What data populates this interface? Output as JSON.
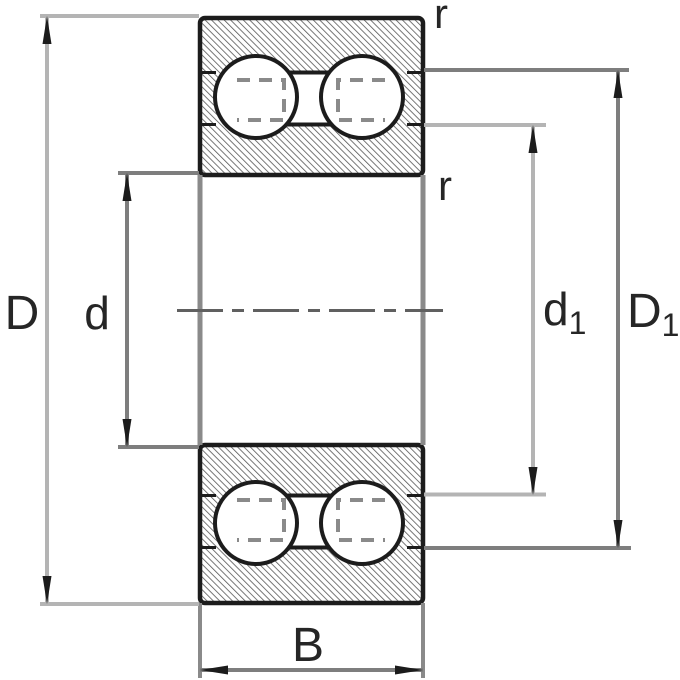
{
  "diagram": {
    "type": "bearing-cross-section-dimension-drawing",
    "labels": {
      "outer_diameter": "D",
      "bore_diameter": "d",
      "inner_shoulder_base": "d",
      "inner_shoulder_sub": "1",
      "outer_shoulder_base": "D",
      "outer_shoulder_sub": "1",
      "width": "B",
      "radius_top": "r",
      "radius_side": "r"
    },
    "colors": {
      "outline": "#1c1c1c",
      "dim_light": "#b4b4b4",
      "dim_dark": "#7e7e7e",
      "side": "#8a8a8a",
      "center": "#606060",
      "hatch": "#565656",
      "label": "#262626",
      "background": "#ffffff"
    }
  }
}
